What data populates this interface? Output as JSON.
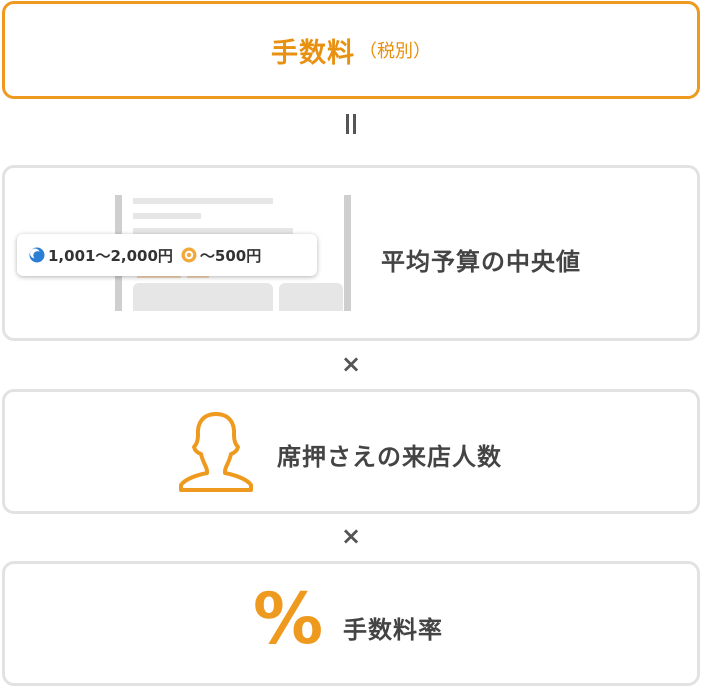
{
  "fee": {
    "title": "手数料",
    "note": "（税別）"
  },
  "operators": {
    "equals": "॥",
    "times1": "×",
    "times2": "×"
  },
  "budget": {
    "label": "平均予算の中央値",
    "dinner_price": "1,001～2,000円",
    "lunch_price": "～500円"
  },
  "people": {
    "label": "席押さえの来店人数",
    "icon": "person-icon"
  },
  "rate": {
    "label": "手数料率",
    "symbol": "%"
  },
  "colors": {
    "accent": "#ee9a1e",
    "border": "#e2e2e2",
    "moon": "#2a7fd4"
  }
}
